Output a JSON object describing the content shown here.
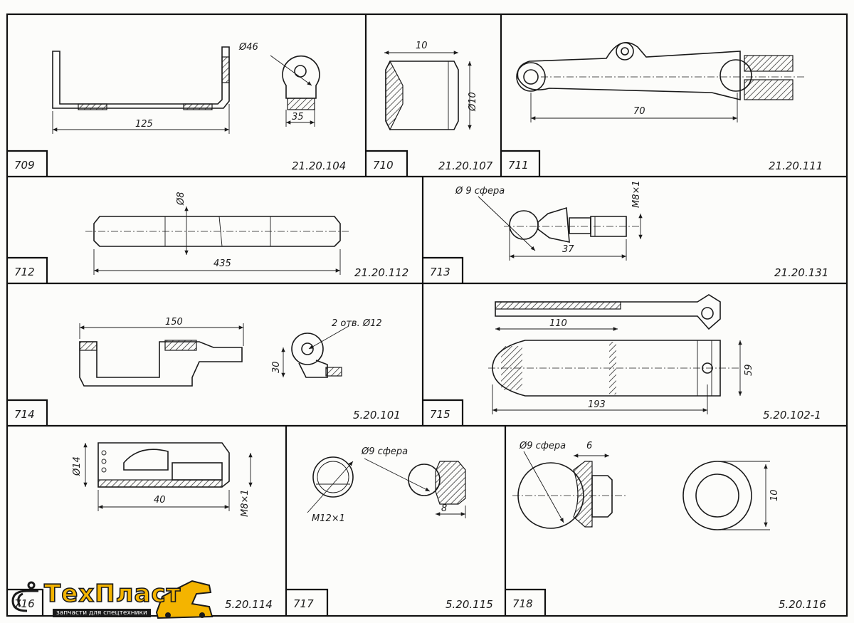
{
  "panels": [
    {
      "id": "709",
      "code": "21.20.104",
      "dims": [
        "Ø46",
        "125",
        "35"
      ]
    },
    {
      "id": "710",
      "code": "21.20.107",
      "dims": [
        "10",
        "Ø10"
      ]
    },
    {
      "id": "711",
      "code": "21.20.111",
      "dims": [
        "70"
      ]
    },
    {
      "id": "712",
      "code": "21.20.112",
      "dims": [
        "Ø8",
        "435"
      ]
    },
    {
      "id": "713",
      "code": "21.20.131",
      "dims": [
        "Ø 9 сфера",
        "M8×1",
        "37"
      ]
    },
    {
      "id": "714",
      "code": "5.20.101",
      "dims": [
        "150",
        "2 отв. Ø12",
        "30"
      ]
    },
    {
      "id": "715",
      "code": "5.20.102-1",
      "dims": [
        "110",
        "193",
        "59"
      ]
    },
    {
      "id": "716",
      "code": "5.20.114",
      "dims": [
        "Ø14",
        "40",
        "M8×1"
      ]
    },
    {
      "id": "717",
      "code": "5.20.115",
      "dims": [
        "Ø9 сфера",
        "M12×1",
        "8"
      ]
    },
    {
      "id": "718",
      "code": "5.20.116",
      "dims": [
        "Ø9 сфера",
        "6",
        "10"
      ]
    }
  ],
  "logo": {
    "brand": "ТехПласт",
    "tagline": "запчасти для спецтехники",
    "colors": {
      "yellow": "#f4b400",
      "dark": "#1a1a1a"
    }
  }
}
